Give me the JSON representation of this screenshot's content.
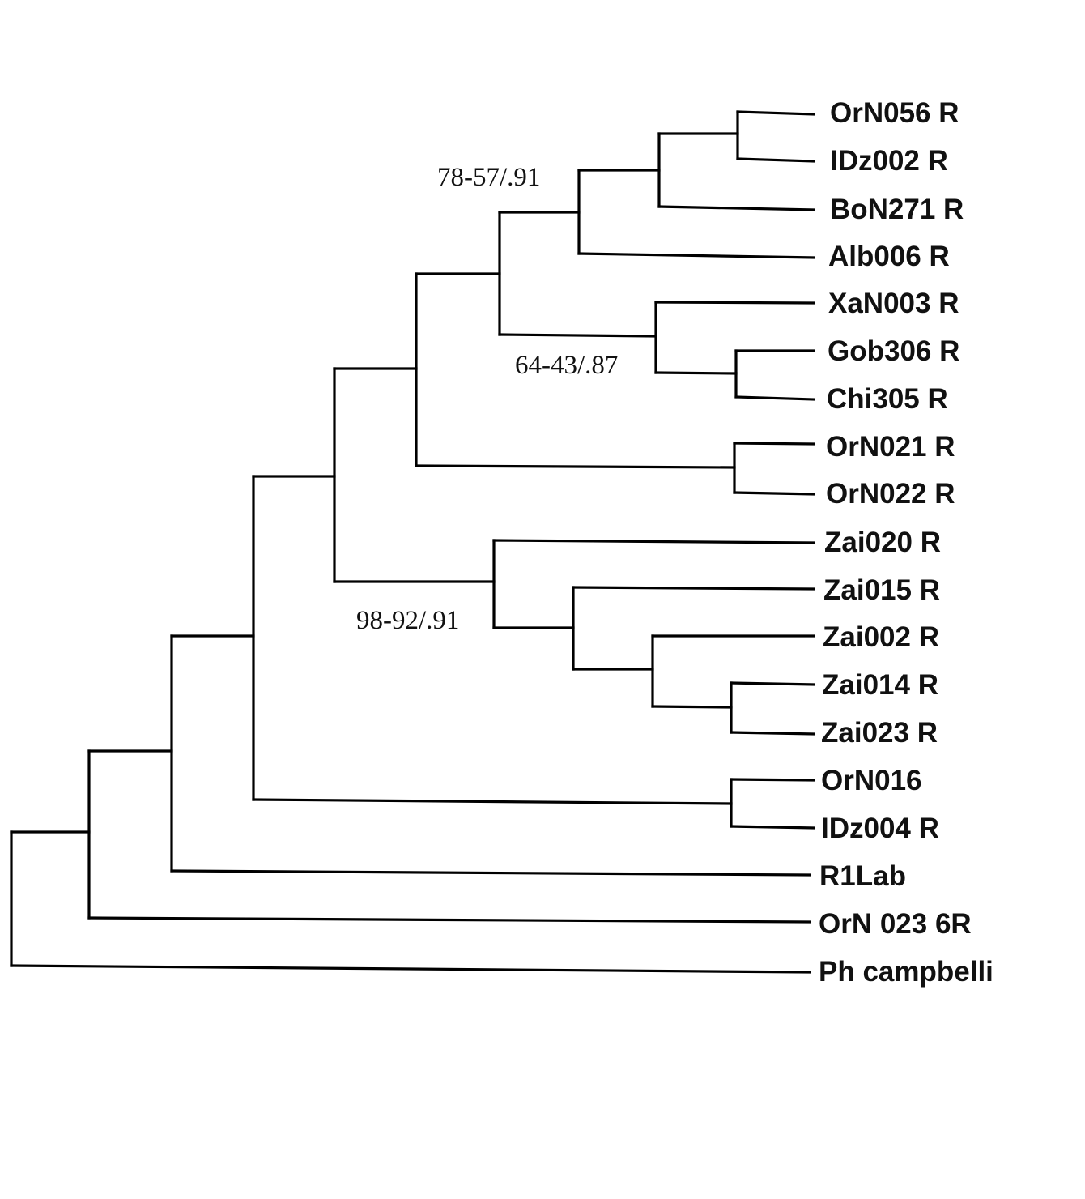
{
  "tree": {
    "taxa": [
      "OrN056 R",
      "IDz002 R",
      "BoN271 R",
      "Alb006 R",
      "XaN003 R",
      "Gob306 R",
      "Chi305 R",
      "OrN021 R",
      "OrN022 R",
      "Zai020 R",
      "Zai015 R",
      "Zai002 R",
      "Zai014 R",
      "Zai023 R",
      "OrN016",
      "IDz004 R",
      "R1Lab",
      "OrN 023 6R",
      "Ph campbelli"
    ],
    "support_values": [
      "78-57/.91",
      "64-43/.87",
      "98-92/.91"
    ]
  },
  "colors": {
    "line": "#000000",
    "text": "#111111",
    "background": "#ffffff"
  }
}
